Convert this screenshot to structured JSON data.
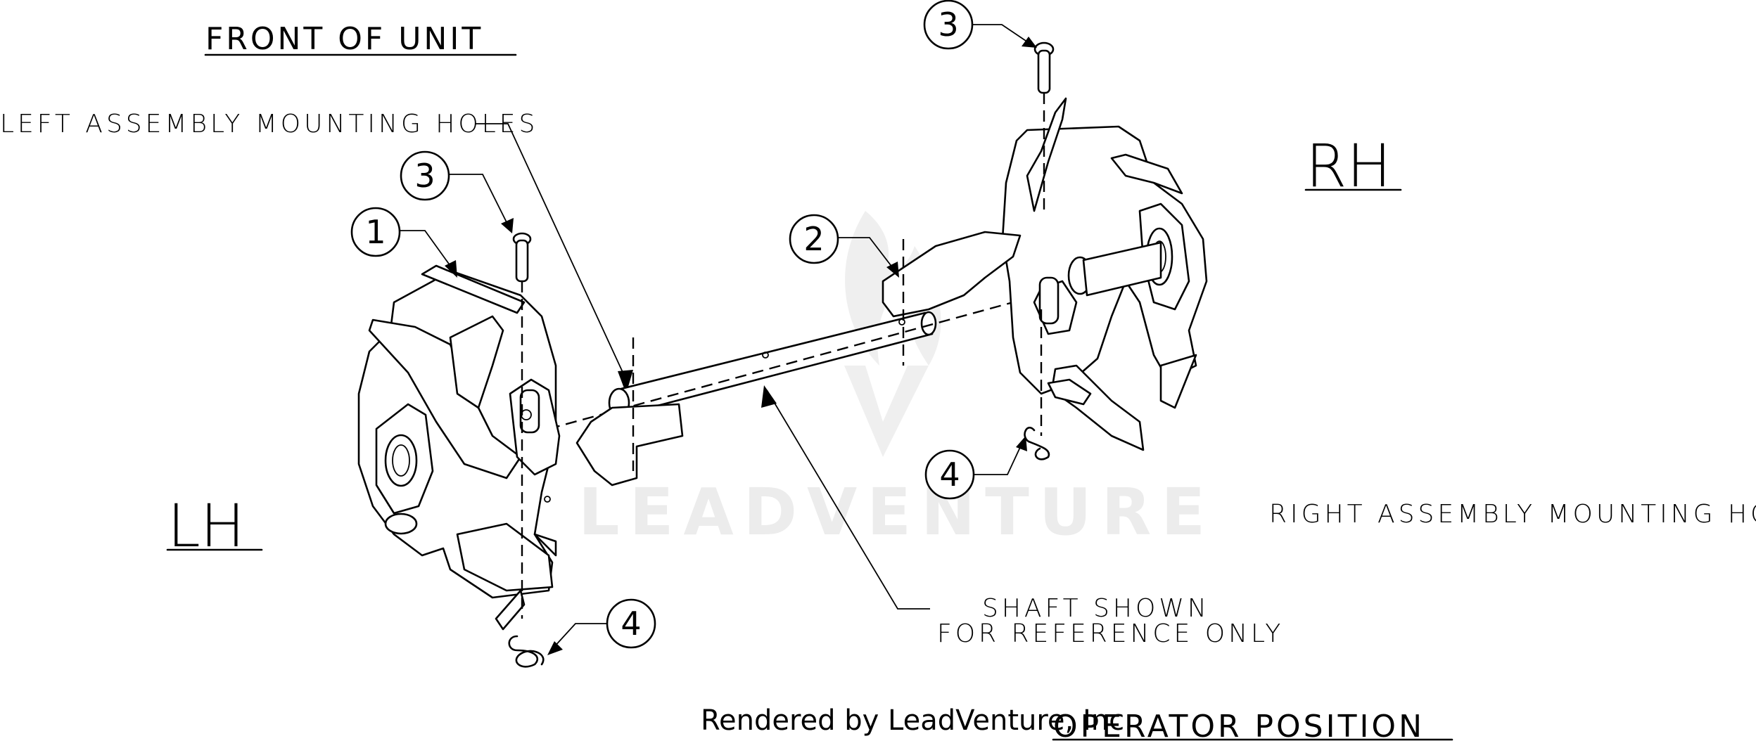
{
  "labels": {
    "front_of_unit": "FRONT OF UNIT",
    "operator_position": "OPERATOR POSITION",
    "left_mounting_holes": "LEFT ASSEMBLY MOUNTING HOLES",
    "right_mounting_holes": "RIGHT ASSEMBLY MOUNTING HOLES",
    "shaft_note_line1": "SHAFT SHOWN",
    "shaft_note_line2": "FOR REFERENCE ONLY",
    "lh": "LH",
    "rh": "RH"
  },
  "callouts": {
    "item_1": "1",
    "item_2": "2",
    "item_3_top": "3",
    "item_3_left": "3",
    "item_4_left": "4",
    "item_4_right": "4"
  },
  "watermark": "LEADVENTURE",
  "credit": "Rendered by LeadVenture, Inc."
}
